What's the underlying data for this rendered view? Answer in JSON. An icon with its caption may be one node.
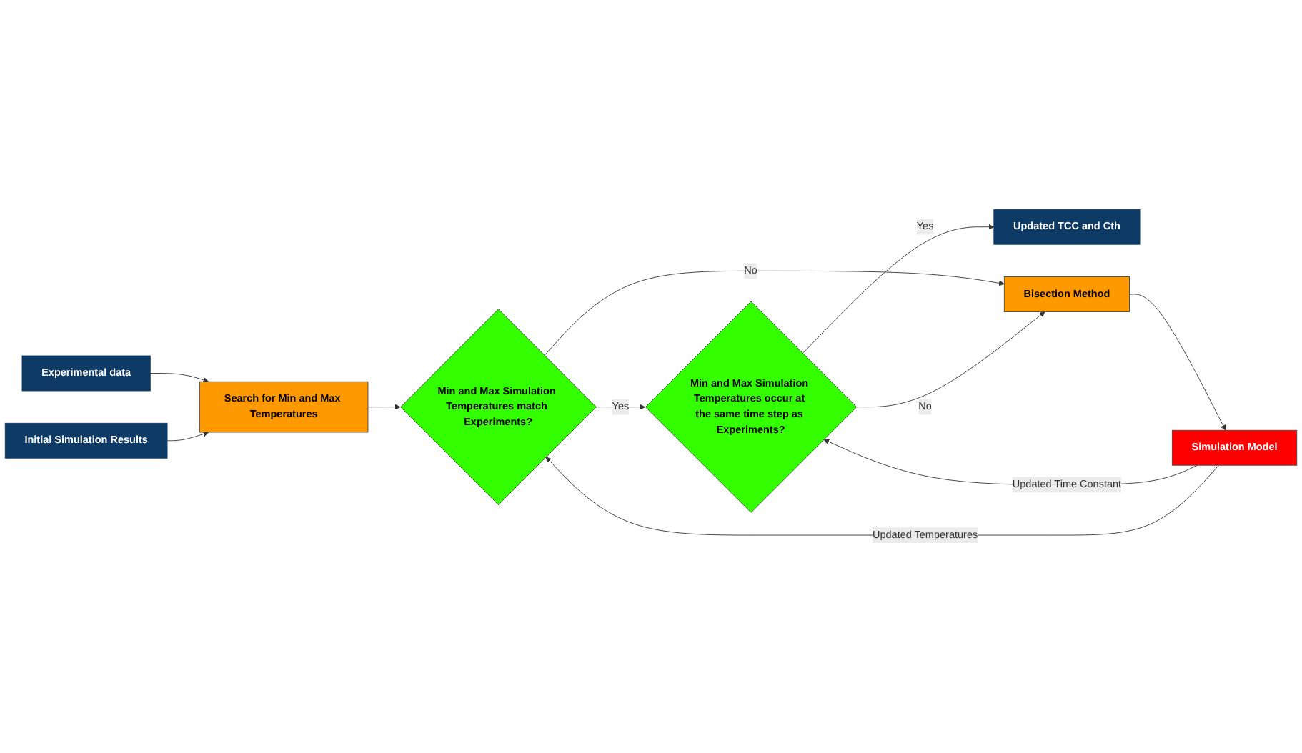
{
  "diagram": {
    "nodes": [
      {
        "text": [
          "Experimental data"
        ]
      },
      {
        "text": [
          "Search for Min and Max Temperatures"
        ]
      },
      {
        "text": [
          "Initial Simulation Results"
        ]
      },
      {
        "text": [
          "Min and Max Simulation Temperatures match Experiments?"
        ]
      },
      {
        "text": [
          "Min and Max Simulation Temperatures occur at the same time step as Experiments?"
        ]
      },
      {
        "text": [
          "Updated TCC and Cth"
        ]
      },
      {
        "text": [
          "Bisection Method"
        ]
      },
      {
        "text": [
          "Simulation Model"
        ]
      }
    ],
    "edges": [
      {
        "from": 0,
        "to": 1,
        "arrow": "to"
      },
      {
        "from": 2,
        "to": 1,
        "arrow": "to"
      },
      {
        "from": 1,
        "to": 3,
        "arrow": "to"
      },
      {
        "from": 3,
        "to": 4,
        "arrow": "to",
        "label": "Yes"
      },
      {
        "from": 3,
        "to": 6,
        "arrow": "to",
        "label": "No"
      },
      {
        "from": 4,
        "to": 5,
        "arrow": "to",
        "label": "Yes"
      },
      {
        "from": 4,
        "to": 6,
        "arrow": "to",
        "label": "No"
      },
      {
        "from": 6,
        "to": 7,
        "arrow": "to"
      },
      {
        "from": 7,
        "to": 4,
        "arrow": "to",
        "label": "Updated Time Constant"
      },
      {
        "from": 7,
        "to": 3,
        "arrow": "to",
        "label": "Updated Temperatures"
      }
    ]
  }
}
